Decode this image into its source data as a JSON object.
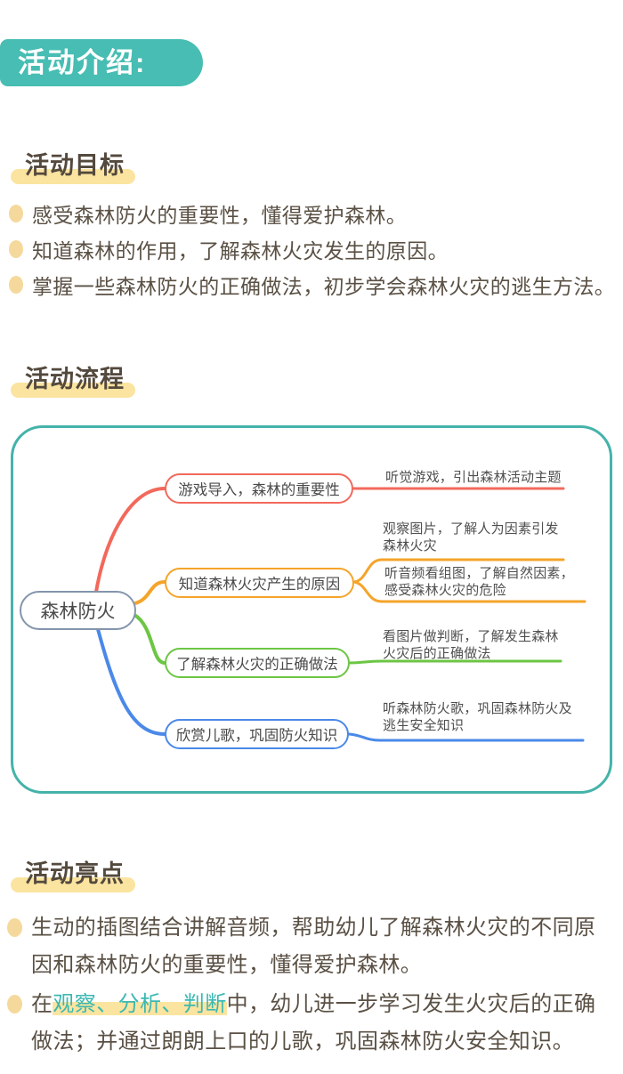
{
  "page": {
    "header_badge": "活动介绍:",
    "goals": {
      "title": "活动目标",
      "bullets": [
        "感受森林防火的重要性，懂得爱护森林。",
        "知道森林的作用，了解森林火灾发生的原因。",
        "掌握一些森林防火的正确做法，初步学会森林火灾的逃生方法。"
      ]
    },
    "flow": {
      "title": "活动流程",
      "mindmap": {
        "root": "森林防火",
        "branches": [
          {
            "label": "游戏导入，森林的重要性",
            "color": "#f2695c",
            "leaves": [
              "听觉游戏，引出森林活动主题"
            ]
          },
          {
            "label": "知道森林火灾产生的原因",
            "color": "#f5a42a",
            "leaves": [
              "观察图片，了解人为因素引发\n森林火灾",
              "听音频看组图，了解自然因素，\n感受森林火灾的危险"
            ]
          },
          {
            "label": "了解森林火灾的正确做法",
            "color": "#6cc644",
            "leaves": [
              "看图片做判断，了解发生森林\n火灾后的正确做法"
            ]
          },
          {
            "label": "欣赏儿歌，巩固防火知识",
            "color": "#4a89e8",
            "leaves": [
              "听森林防火歌，巩固森林防火及\n逃生安全知识"
            ]
          }
        ]
      }
    },
    "highlights": {
      "title": "活动亮点",
      "bullet1": "生动的插图结合讲解音频，帮助幼儿了解森林火灾的不同原\n因和森林防火的重要性，懂得爱护森林。",
      "bullet2": {
        "pre": "在",
        "accent": "观察、分析、判断",
        "post": "中，幼儿进一步学习发生火灾后的正确\n做法；并通过朗朗上口的儿歌，巩固森林防火安全知识。"
      }
    },
    "colors": {
      "badge_teal": "#47bdb3",
      "container_border_teal": "#45b3aa",
      "marker_highlight_yellow": "#fbe4a0",
      "bullet_dot_yellow": "#f5d99c",
      "body_text": "#5a5044",
      "title_text": "#53493d",
      "accent_teal_text": "#3cb8b2",
      "root_border_gray_blue": "#8495ac",
      "branch_red": "#f2695c",
      "branch_orange": "#f5a42a",
      "branch_green": "#6cc644",
      "branch_blue": "#4a89e8"
    }
  }
}
